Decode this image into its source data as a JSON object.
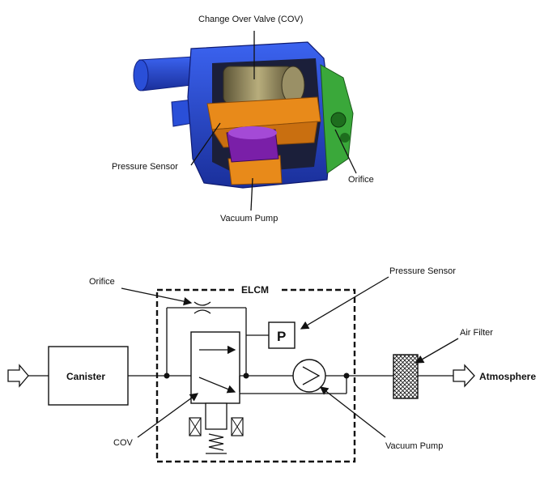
{
  "cutaway": {
    "labels": {
      "cov": "Change Over Valve (COV)",
      "pressure_sensor": "Pressure Sensor",
      "orifice": "Orifice",
      "vacuum_pump": "Vacuum Pump"
    }
  },
  "schematic": {
    "elcm": "ELCM",
    "orifice": "Orifice",
    "pressure_sensor": "Pressure Sensor",
    "p_symbol": "P",
    "air_filter": "Air Filter",
    "canister": "Canister",
    "atmosphere": "Atmosphere",
    "cov": "COV",
    "vacuum_pump": "Vacuum Pump"
  },
  "colors": {
    "housing_blue": "#2a4fd8",
    "housing_dark_blue": "#1a2f9a",
    "orange": "#e88a1a",
    "purple": "#7a1fa8",
    "green": "#3aa83a",
    "olive": "#8a7f50"
  }
}
